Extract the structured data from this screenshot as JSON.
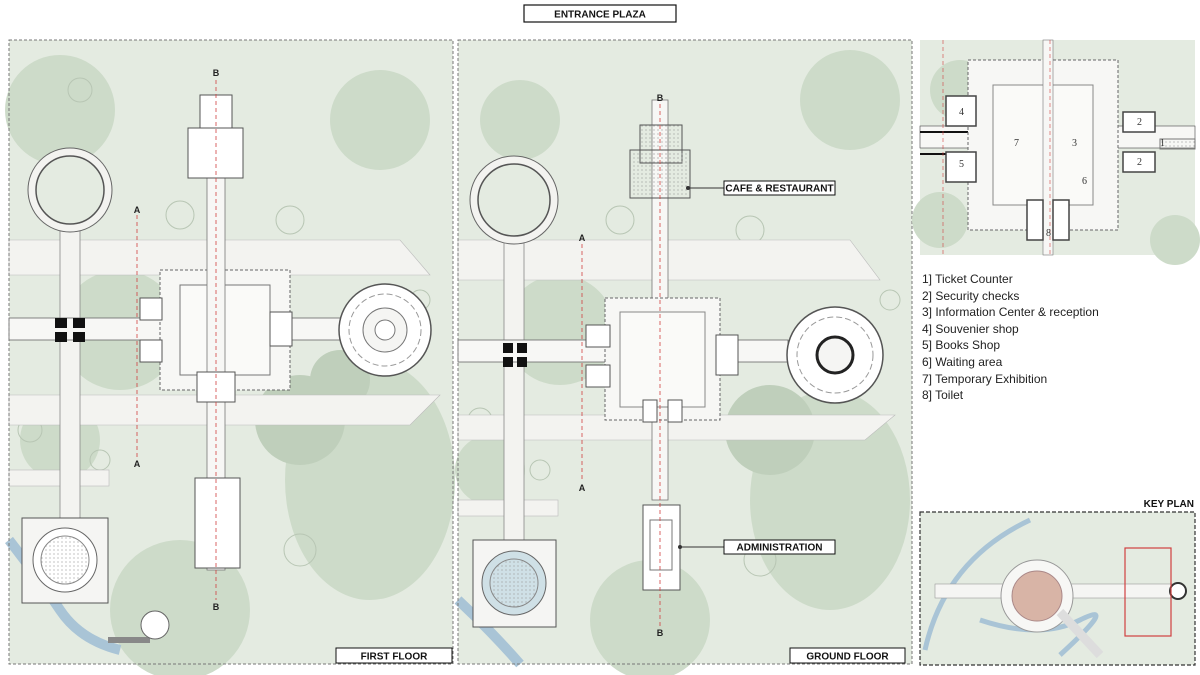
{
  "title": "ENTRANCE PLAZA",
  "panels": {
    "first_floor": {
      "label": "FIRST FLOOR"
    },
    "ground_floor": {
      "label": "GROUND FLOOR",
      "callouts": [
        "CAFE & RESTAURANT",
        "ADMINISTRATION"
      ]
    }
  },
  "section_marks": {
    "a": "A",
    "b": "B"
  },
  "enlarged_plan": {
    "room_numbers": [
      "1",
      "2",
      "2",
      "3",
      "4",
      "5",
      "6",
      "7",
      "8"
    ]
  },
  "legend": [
    "1] Ticket Counter",
    "2] Security checks",
    "3] Information Center & reception",
    "4] Souvenier shop",
    "5] Books Shop",
    "6] Waiting area",
    "7] Temporary Exhibition",
    "8] Toilet"
  ],
  "key_plan": {
    "label": "KEY PLAN",
    "highlight_color": "#d04040"
  },
  "colors": {
    "ground": "#e4ebe1",
    "tree": "#cddbc9",
    "section_line": "#d04040",
    "water": "#a9c4d6"
  }
}
